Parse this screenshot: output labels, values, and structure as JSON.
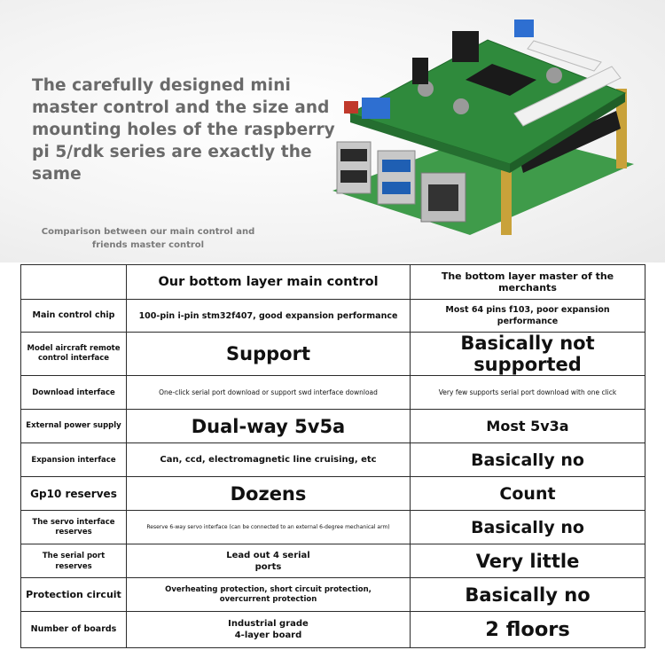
{
  "headline": "The carefully designed mini master control and the size and mounting holes of the raspberry pi 5/rdk series are exactly the same",
  "subcaption": "Comparison between our main control and friends master control",
  "colors": {
    "pcb_green": "#2f8a3c",
    "border": "#2b2b2b",
    "headline_gray": "#6a6a6a"
  },
  "table": {
    "header": {
      "ours": "Our bottom layer main control",
      "theirs": "The bottom layer master of the merchants"
    },
    "rows": [
      {
        "label": "Main control chip",
        "ours": "100-pin i-pin stm32f407, good expansion performance",
        "theirs": "Most 64 pins f103, poor expansion performance"
      },
      {
        "label": "Model aircraft remote control interface",
        "ours": "Support",
        "theirs": "Basically not supported"
      },
      {
        "label": "Download interface",
        "ours": "One-click serial port download or support swd interface download",
        "theirs": "Very few supports serial port download with one click"
      },
      {
        "label": "External power supply",
        "ours": "Dual-way 5v5a",
        "theirs": "Most 5v3a"
      },
      {
        "label": "Expansion interface",
        "ours": "Can, ccd, electromagnetic line cruising, etc",
        "theirs": "Basically no"
      },
      {
        "label": "Gp10 reserves",
        "ours": "Dozens",
        "theirs": "Count"
      },
      {
        "label": "The servo interface reserves",
        "ours": "Reserve 6-way servo interface (can be connected to an external 6-degree mechanical arm)",
        "theirs": "Basically no"
      },
      {
        "label": "The serial port reserves",
        "ours": "Lead out 4 serial ports",
        "theirs": "Very little"
      },
      {
        "label": "Protection circuit",
        "ours": "Overheating protection, short circuit protection, overcurrent protection",
        "theirs": "Basically no"
      },
      {
        "label": "Number of boards",
        "ours": "Industrial grade 4-layer board",
        "theirs": "2 floors"
      }
    ]
  }
}
